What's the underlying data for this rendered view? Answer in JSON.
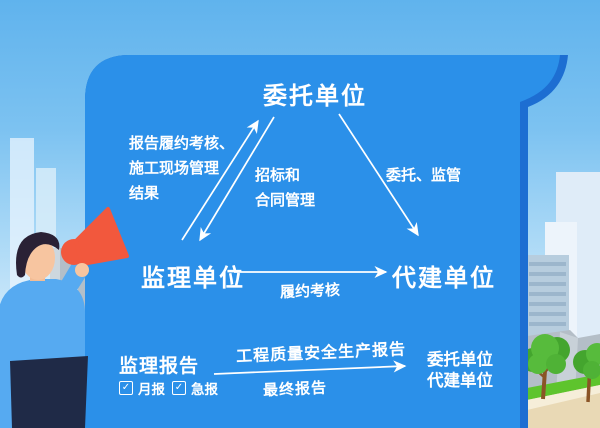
{
  "colors": {
    "panel_blue": "#2b90e9",
    "panel_edge_dark": "#1d6ed2",
    "sky_top": "#60b3ed",
    "sky_bottom": "#e3f3fc",
    "text_white": "#ffffff",
    "megaphone_orange": "#f2583d",
    "grass_green": "#6fc93a",
    "path_tan": "#e9d9b5"
  },
  "diagram": {
    "top_node": "委托单位",
    "left_node": "监理单位",
    "right_node": "代建单位",
    "left_edge_label_lines": [
      "报告履约考核、",
      "施工现场管理",
      "结果"
    ],
    "middle_edge_label_lines": [
      "招标和",
      "合同管理"
    ],
    "right_edge_label": "委托、监管",
    "bottom_edge_label": "履约考核"
  },
  "report_flow": {
    "source": "监理报告",
    "checkboxes": [
      {
        "label": "月报",
        "checked": true,
        "check_glyph": "✓"
      },
      {
        "label": "急报",
        "checked": true,
        "check_glyph": "✓"
      }
    ],
    "arrow_label_top": "工程质量安全生产报告",
    "arrow_label_bottom": "最终报告",
    "target_lines": [
      "委托单位",
      "代建单位"
    ]
  }
}
